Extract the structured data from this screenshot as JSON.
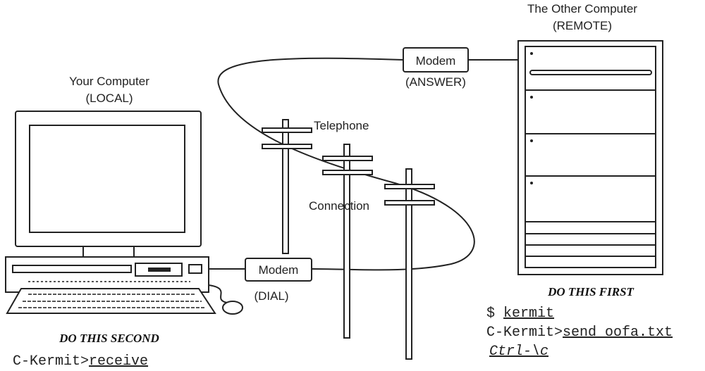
{
  "remote": {
    "title": "The Other Computer",
    "subtitle": "(REMOTE)"
  },
  "local": {
    "title": "Your Computer",
    "subtitle": "(LOCAL)"
  },
  "modem_answer": {
    "label": "Modem",
    "caption": "(ANSWER)"
  },
  "modem_dial": {
    "label": "Modem",
    "caption": "(DIAL)"
  },
  "telephone_label": "Telephone",
  "connection_label": "Connection",
  "remote_steps": {
    "heading": "DO THIS FIRST",
    "line1_prompt": "$ ",
    "line1_cmd": "kermit",
    "line2_prompt": "C-Kermit>",
    "line2_cmd": "send oofa.txt",
    "line3_cmd": "Ctrl-\\c"
  },
  "local_steps": {
    "heading": "DO THIS SECOND",
    "line1_prompt": "C-Kermit>",
    "line1_cmd": "receive"
  }
}
